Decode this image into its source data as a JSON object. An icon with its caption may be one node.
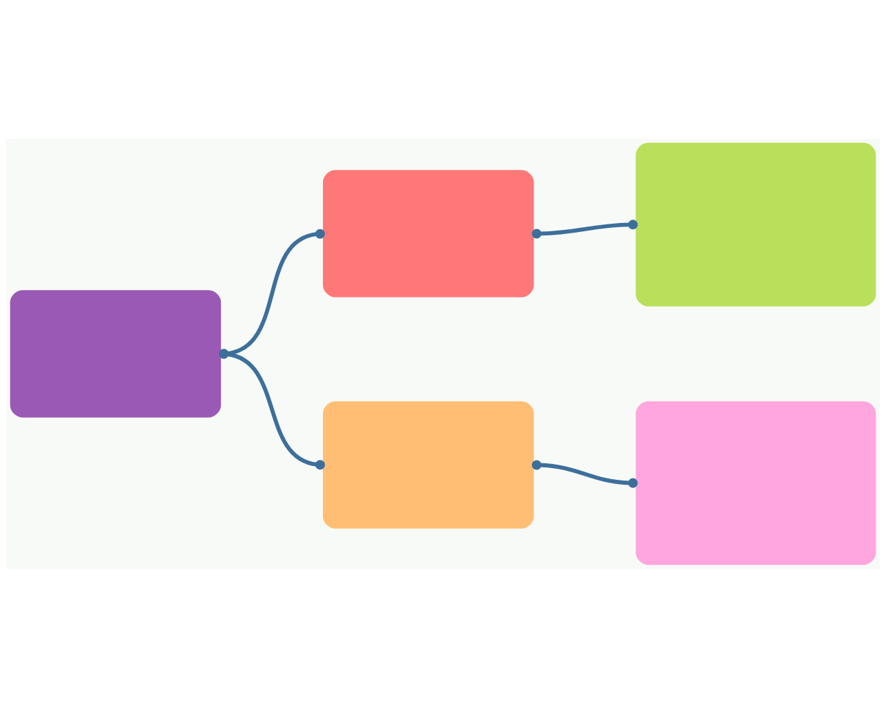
{
  "diagram": {
    "nodes": [
      {
        "text": [],
        "shape": "box"
      },
      {
        "text": [],
        "shape": "box"
      },
      {
        "text": [],
        "shape": "box"
      },
      {
        "text": [],
        "shape": "box"
      },
      {
        "text": [],
        "shape": "box"
      }
    ],
    "edges": [
      {
        "from": 0,
        "to": 1,
        "arrow": "other"
      },
      {
        "from": 0,
        "to": 2,
        "arrow": "other"
      },
      {
        "from": 1,
        "to": 3,
        "arrow": "other"
      },
      {
        "from": 2,
        "to": 4,
        "arrow": "other"
      }
    ]
  }
}
